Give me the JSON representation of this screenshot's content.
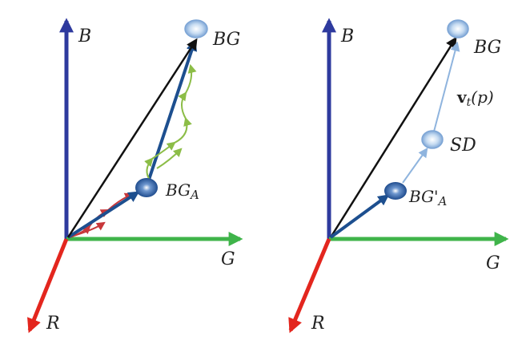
{
  "left_panel": {
    "axis_b": "B",
    "axis_g": "G",
    "axis_r": "R",
    "node_top": "BG",
    "node_mid_main": "BG",
    "node_mid_sub": "A"
  },
  "right_panel": {
    "axis_b": "B",
    "axis_g": "G",
    "axis_r": "R",
    "node_top": "BG",
    "node_sd": "SD",
    "node_low_main": "BG",
    "node_low_prime": "'",
    "node_low_sub": "A",
    "velocity_bold": "v",
    "velocity_sub": "t",
    "velocity_arg": "(p)"
  },
  "colors": {
    "blue_axis": "#2e3a9e",
    "green_axis": "#3fb44a",
    "red_axis": "#e3261e",
    "black_vector": "#111111",
    "dark_blue_vector": "#1d4f8f",
    "light_blue_path": "#8fb4de",
    "small_green": "#8cbd47",
    "small_red": "#c8373a"
  }
}
